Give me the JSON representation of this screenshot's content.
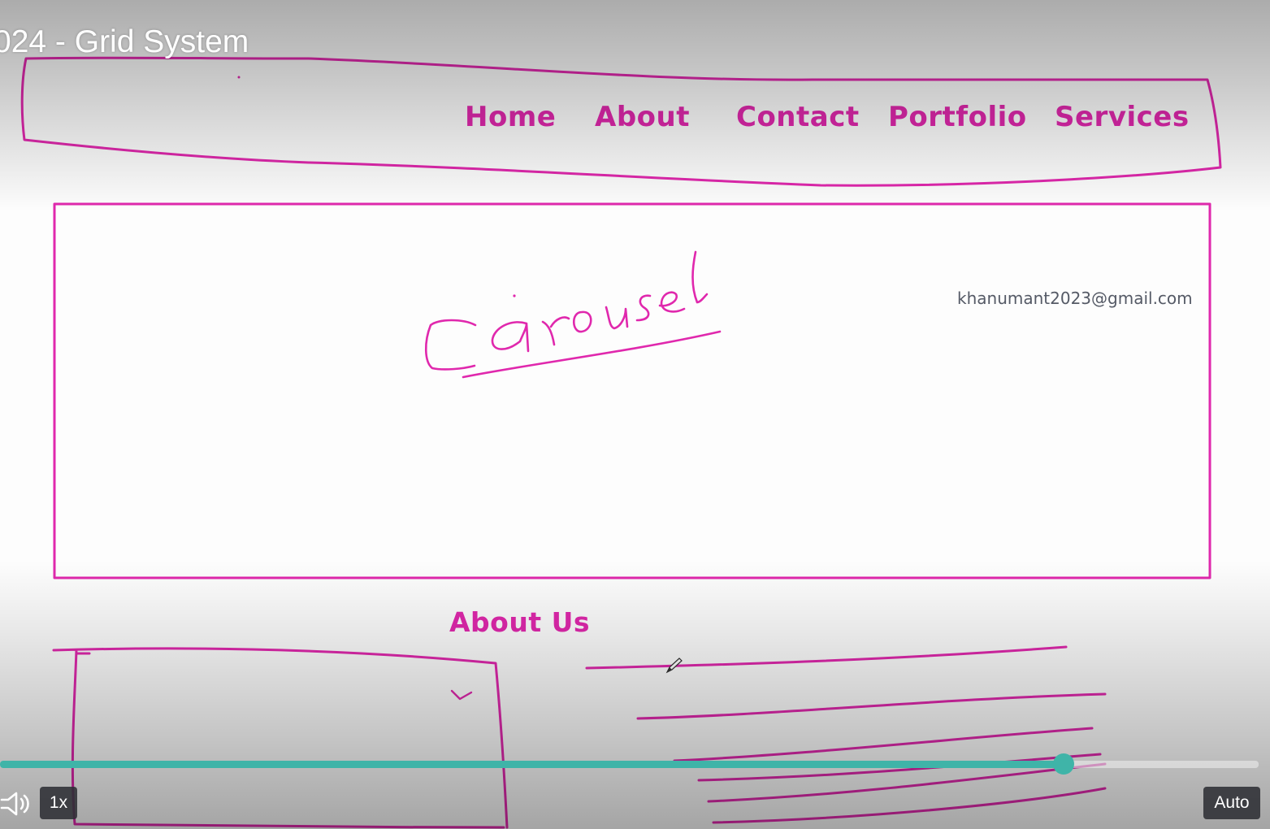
{
  "player": {
    "title": "024 - Grid System",
    "progress": 0.845,
    "speed_label": "1x",
    "quality_label": "Auto"
  },
  "whiteboard": {
    "nav_links": [
      "Home",
      "About",
      "Contact",
      "Portfolio",
      "Services"
    ],
    "handwritten_text": "Carousel",
    "email": "khanumant2023@gmail.com",
    "about_heading": "About Us"
  },
  "icons": {
    "volume": "volume-icon",
    "cursor": "pencil-cursor-icon"
  },
  "colors": {
    "ink": "#e028ad",
    "progress": "#3fb4a8",
    "control_bg": "#2d2f34"
  }
}
